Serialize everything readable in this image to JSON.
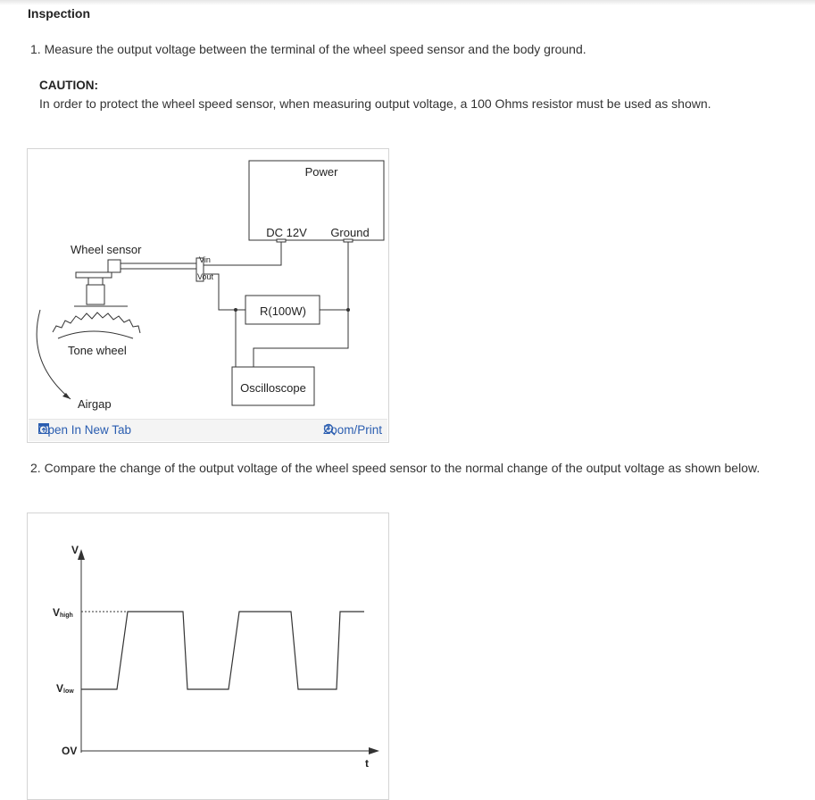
{
  "page": {
    "heading": "Inspection",
    "step1": "1. Measure the output voltage between the terminal of the wheel speed sensor and the body ground.",
    "caution_title": "CAUTION:",
    "caution_text": "In order to protect the wheel speed sensor, when measuring output voltage, a 100 Ohms resistor must be used as shown.",
    "step2": "2. Compare the change of the output voltage of the wheel speed sensor to the normal change of the output voltage as shown below."
  },
  "figure1": {
    "labels": {
      "power": "Power",
      "dc": "DC 12V",
      "ground": "Ground",
      "wheel_sensor": "Wheel sensor",
      "vin": "Vin",
      "vout": "Vout",
      "resistor": "R(100W)",
      "tone_wheel": "Tone wheel",
      "oscilloscope": "Oscilloscope",
      "airgap": "Airgap"
    },
    "open_new_tab": "Open In New Tab",
    "zoom_print": "Zoom/Print"
  },
  "figure2": {
    "labels": {
      "v_axis": "V",
      "v_high_main": "V",
      "v_high_sub": "high",
      "v_low_main": "V",
      "v_low_sub": "low",
      "zero": "OV",
      "t_axis": "t"
    }
  },
  "colors": {
    "link": "#2a5db0",
    "line": "#333333"
  }
}
